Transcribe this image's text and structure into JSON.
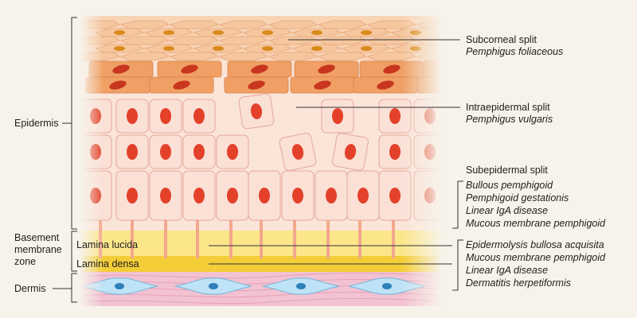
{
  "left_labels": {
    "epidermis": "Epidermis",
    "bmz": [
      "Basement",
      "membrane",
      "zone"
    ],
    "dermis": "Dermis"
  },
  "inner_labels": {
    "lamina_lucida": "Lamina lucida",
    "lamina_densa": "Lamina densa"
  },
  "splits": {
    "subcorneal": {
      "title": "Subcorneal split",
      "diseases": [
        "Pemphigus foliaceous"
      ]
    },
    "intraepidermal": {
      "title": "Intraepidermal split",
      "diseases": [
        "Pemphigus vulgaris"
      ]
    },
    "subepidermal": {
      "title": "Subepidermal split",
      "diseases": [
        "Bullous pemphigoid",
        "Pemphigoid gestationis",
        "Linear IgA disease",
        "Mucous membrane pemphigoid"
      ]
    },
    "lamina_densa": {
      "diseases": [
        "Epidermolysis bullosa acquisita",
        "Mucous membrane pemphigoid",
        "Linear IgA disease",
        "Dermatitis herpetiformis"
      ]
    }
  },
  "colors": {
    "background": "#f7f3ea",
    "corneum": "#f6c79e",
    "granular_cell": "#f0a065",
    "spinous_cell": "#fbe0d6",
    "nucleus": "#e3412a",
    "lamina_lucida": "#fbe68a",
    "lamina_densa": "#f3cd38",
    "dermis": "#f2c2d2",
    "fibroblast": "#bfe3f6",
    "leader_line": "#333333"
  }
}
